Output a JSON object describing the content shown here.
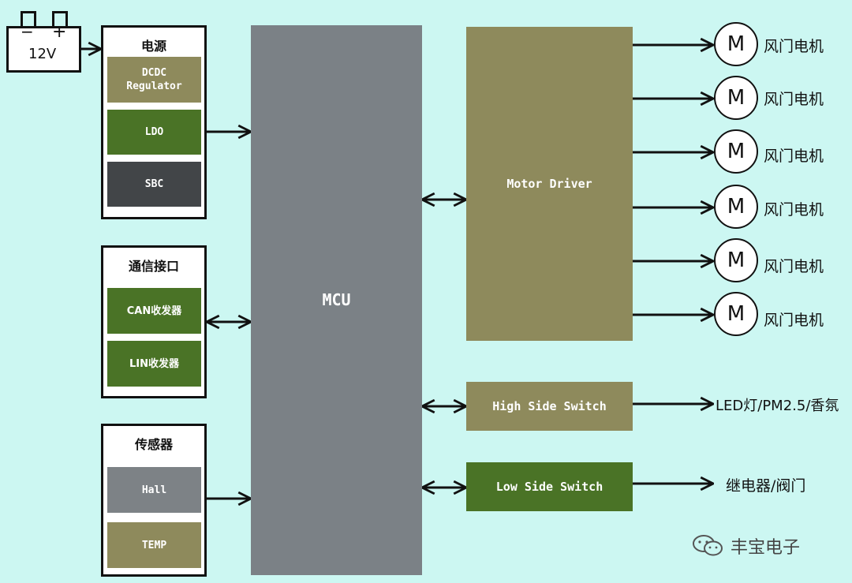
{
  "battery": {
    "minus": "−",
    "plus": "+",
    "voltage": "12V"
  },
  "power": {
    "title": "电源",
    "blocks": [
      "DCDC\nRegulator",
      "LDO",
      "SBC"
    ]
  },
  "comm": {
    "title": "通信接口",
    "blocks": [
      "CAN收发器",
      "LIN收发器"
    ]
  },
  "sensors": {
    "title": "传感器",
    "blocks": [
      "Hall",
      "TEMP"
    ]
  },
  "mcu": {
    "label": "MCU"
  },
  "motor_driver": {
    "label": "Motor Driver"
  },
  "high_side": {
    "label": "High Side Switch",
    "output": "LED灯/PM2.5/香氛"
  },
  "low_side": {
    "label": "Low Side Switch",
    "output": "继电器/阀门"
  },
  "motors": [
    {
      "symbol": "M",
      "label": "风门电机"
    },
    {
      "symbol": "M",
      "label": "风门电机"
    },
    {
      "symbol": "M",
      "label": "风门电机"
    },
    {
      "symbol": "M",
      "label": "风门电机"
    },
    {
      "symbol": "M",
      "label": "风门电机"
    },
    {
      "symbol": "M",
      "label": "风门电机"
    }
  ],
  "watermark": {
    "text": "丰宝电子",
    "icon": "wechat-icon"
  },
  "colors": {
    "background": "#ccf7f2",
    "olive": "#8e8a5c",
    "green": "#4a7326",
    "dark": "#424548",
    "gray": "#7d8286"
  }
}
